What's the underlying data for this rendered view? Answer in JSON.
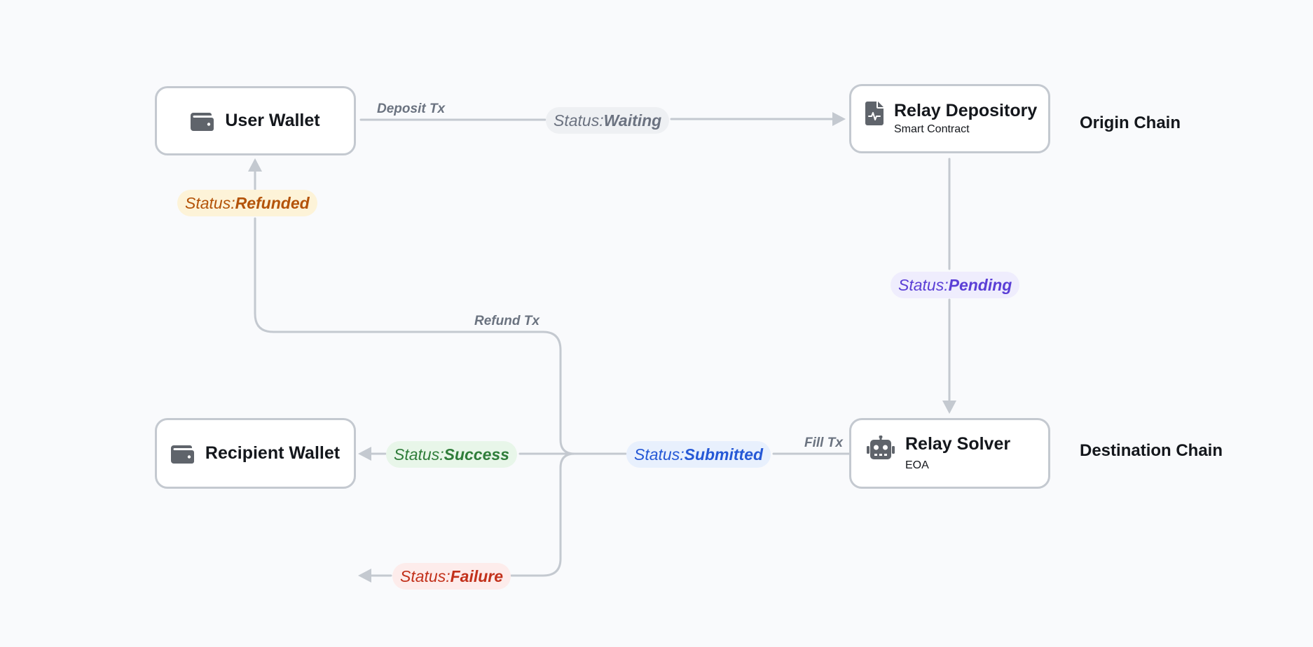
{
  "nodes": {
    "user_wallet": {
      "title": "User Wallet",
      "icon": "wallet-icon"
    },
    "relay_depository": {
      "title": "Relay Depository",
      "subtitle": "Smart Contract",
      "icon": "document-icon"
    },
    "recipient_wallet": {
      "title": "Recipient Wallet",
      "icon": "wallet-icon"
    },
    "relay_solver": {
      "title": "Relay Solver",
      "subtitle": "EOA",
      "icon": "robot-icon"
    }
  },
  "edge_labels": {
    "deposit": "Deposit Tx",
    "refund": "Refund Tx",
    "fill": "Fill Tx"
  },
  "statuses": {
    "waiting": {
      "prefix": "Status:",
      "value": "Waiting",
      "color": "#6b7280",
      "bg": "#eef0f3"
    },
    "pending": {
      "prefix": "Status:",
      "value": "Pending",
      "color": "#5b3fd6",
      "bg": "#efedfd"
    },
    "refunded": {
      "prefix": "Status:",
      "value": "Refunded",
      "color": "#b45309",
      "bg": "#fdf3d8"
    },
    "success": {
      "prefix": "Status:",
      "value": "Success",
      "color": "#2f7d3a",
      "bg": "#e8f6e9"
    },
    "submitted": {
      "prefix": "Status:",
      "value": "Submitted",
      "color": "#2558d6",
      "bg": "#e8f0fd"
    },
    "failure": {
      "prefix": "Status:",
      "value": "Failure",
      "color": "#c2311b",
      "bg": "#fdeceb"
    }
  },
  "chains": {
    "origin": "Origin Chain",
    "destination": "Destination Chain"
  },
  "colors": {
    "background": "#f9fafc",
    "connector": "#c4c9d0",
    "node_border": "#c4c9d0",
    "icon": "#5f646b"
  }
}
